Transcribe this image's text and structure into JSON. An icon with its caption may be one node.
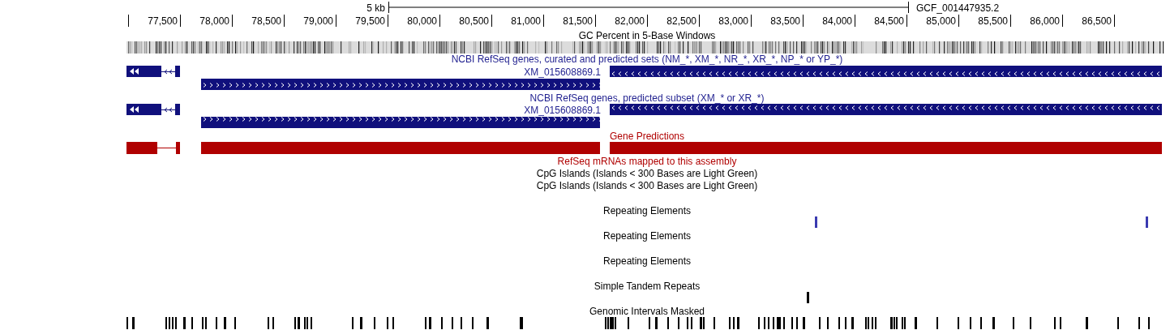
{
  "diagram": {
    "labels": [
      "5 kb",
      "GCF_001447935.2",
      "77,500",
      "78,000",
      "78,500",
      "79,000",
      "79,500",
      "80,000",
      "80,500",
      "81,000",
      "81,500",
      "82,000",
      "82,500",
      "83,000",
      "83,500",
      "84,000",
      "84,500",
      "85,000",
      "85,500",
      "86,000",
      "86,500",
      "GC Percent in 5-Base Windows",
      "NCBI RefSeq genes, curated and predicted sets (NM_*, XM_*, NR_*, XR_*, NP_* or YP_*)",
      "XM_015608869.1",
      "NCBI RefSeq genes, predicted subset (XM_* or XR_*)",
      "XM_015608869.1",
      "Gene Predictions",
      "RefSeq mRNAs mapped to this assembly",
      "CpG Islands (Islands < 300 Bases are Light Green)",
      "CpG Islands (Islands < 300 Bases are Light Green)",
      "Repeating Elements",
      "Repeating Elements",
      "Repeating Elements",
      "Simple Tandem Repeats",
      "Genomic Intervals Masked"
    ]
  }
}
